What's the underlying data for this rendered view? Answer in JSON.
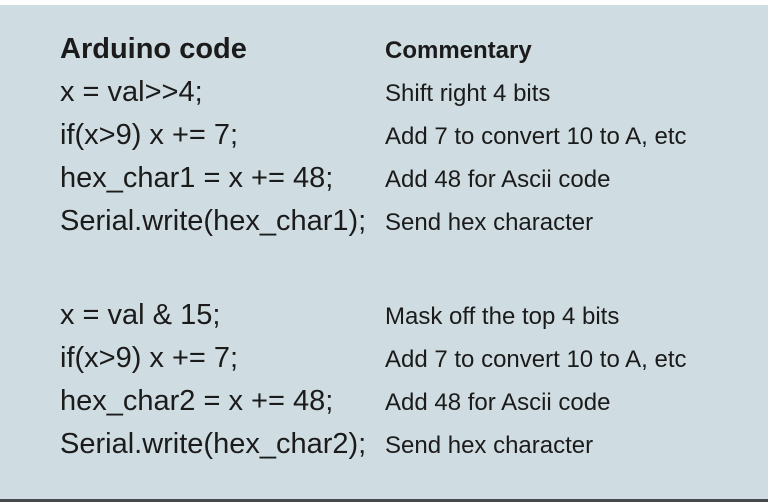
{
  "panel": {
    "background_color": "#cfdce1",
    "top_strip_color": "#fdfdfd",
    "bottom_line_color": "#45494c",
    "text_color": "#1b1b1b"
  },
  "table": {
    "headers": {
      "code": "Arduino code",
      "commentary": "Commentary"
    },
    "blocks": [
      {
        "rows": [
          {
            "code": "x = val>>4;",
            "comment": "Shift right 4 bits"
          },
          {
            "code": "if(x>9) x += 7;",
            "comment": "Add 7 to convert 10 to A, etc"
          },
          {
            "code": "hex_char1 = x += 48;",
            "comment": "Add 48 for Ascii code"
          },
          {
            "code": "Serial.write(hex_char1);",
            "comment": "Send hex character"
          }
        ]
      },
      {
        "rows": [
          {
            "code": "x = val & 15;",
            "comment": "Mask off the top 4 bits"
          },
          {
            "code": "if(x>9) x += 7;",
            "comment": "Add 7 to convert 10 to A, etc"
          },
          {
            "code": "hex_char2 = x += 48;",
            "comment": "Add 48 for Ascii code"
          },
          {
            "code": "Serial.write(hex_char2);",
            "comment": "Send hex character"
          }
        ]
      }
    ]
  }
}
